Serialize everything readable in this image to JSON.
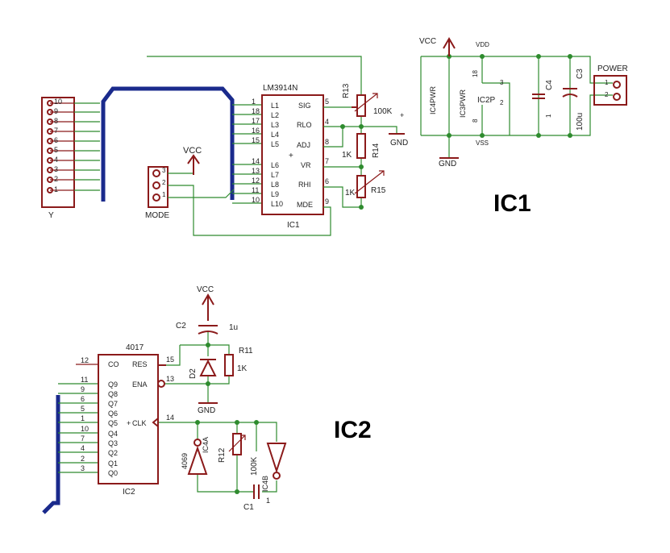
{
  "ic1": {
    "chip": "LM3914N",
    "ref": "IC1",
    "pin_labels": [
      "L1",
      "L2",
      "L3",
      "L4",
      "L5",
      "L6",
      "L7",
      "L8",
      "L9",
      "L10",
      "SIG",
      "RLO",
      "ADJ",
      "VR",
      "RHI",
      "MDE"
    ],
    "pin_nums": [
      "1",
      "18",
      "17",
      "16",
      "15",
      "14",
      "13",
      "12",
      "11",
      "10",
      "5",
      "4",
      "8",
      "7",
      "6",
      "9"
    ]
  },
  "connector_y": {
    "ref": "Y",
    "pins": [
      "10",
      "9",
      "8",
      "7",
      "6",
      "5",
      "4",
      "3",
      "2",
      "1"
    ]
  },
  "mode": {
    "ref": "MODE",
    "pins": [
      "3",
      "2",
      "1"
    ]
  },
  "power": {
    "ref": "POWER",
    "pins": [
      "1",
      "2"
    ]
  },
  "parts_ic1": {
    "vcc": "VCC",
    "gnd": "GND",
    "gnd2": "GND",
    "vdd": "VDD",
    "vss": "VSS",
    "ic4pwr": "IC4PWR",
    "ic3pwr": "IC3PWR",
    "ic2p": "IC2P",
    "n18": "18",
    "n3": "3",
    "n2": "2",
    "n8": "8",
    "n1": "1",
    "c4": "C4",
    "c3": "C3",
    "c3v": "100u",
    "r13": "R13",
    "r13v": "100K",
    "r14": "R14",
    "r14v": "1K",
    "r15": "R15",
    "r15v": "1K"
  },
  "labels": {
    "ic1": "IC1",
    "ic2": "IC2"
  },
  "ic2": {
    "chip": "4017",
    "ref": "IC2",
    "left_labels": [
      "CO",
      "Q9",
      "Q8",
      "Q7",
      "Q6",
      "Q5",
      "Q4",
      "Q3",
      "Q2",
      "Q1",
      "Q0"
    ],
    "left_nums": [
      "12",
      "11",
      "9",
      "6",
      "5",
      "1",
      "10",
      "7",
      "4",
      "2",
      "3"
    ],
    "right_labels": [
      "RES",
      "ENA",
      "CLK"
    ],
    "right_nums": [
      "15",
      "13",
      "14"
    ]
  },
  "parts_ic2": {
    "vcc": "VCC",
    "c2": "C2",
    "c2v": "1u",
    "d2": "D2",
    "r11": "R11",
    "r11v": "1K",
    "gnd": "GND",
    "ic4a": "IC4A",
    "ic4n": "4069",
    "r12": "R12",
    "r12v": "100K",
    "ic4b": "IC4B",
    "c1": "C1",
    "c1v": "1"
  }
}
